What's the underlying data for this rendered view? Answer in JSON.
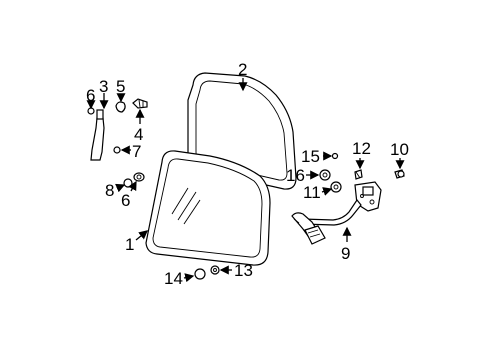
{
  "colors": {
    "line": "#000000",
    "background": "#ffffff"
  },
  "callouts": {
    "c1": "1",
    "c2": "2",
    "c3": "3",
    "c4": "4",
    "c5": "5",
    "c6a": "6",
    "c6b": "6",
    "c7": "7",
    "c8": "8",
    "c9": "9",
    "c10": "10",
    "c11": "11",
    "c12": "12",
    "c13": "13",
    "c14": "14",
    "c15": "15",
    "c16": "16"
  }
}
